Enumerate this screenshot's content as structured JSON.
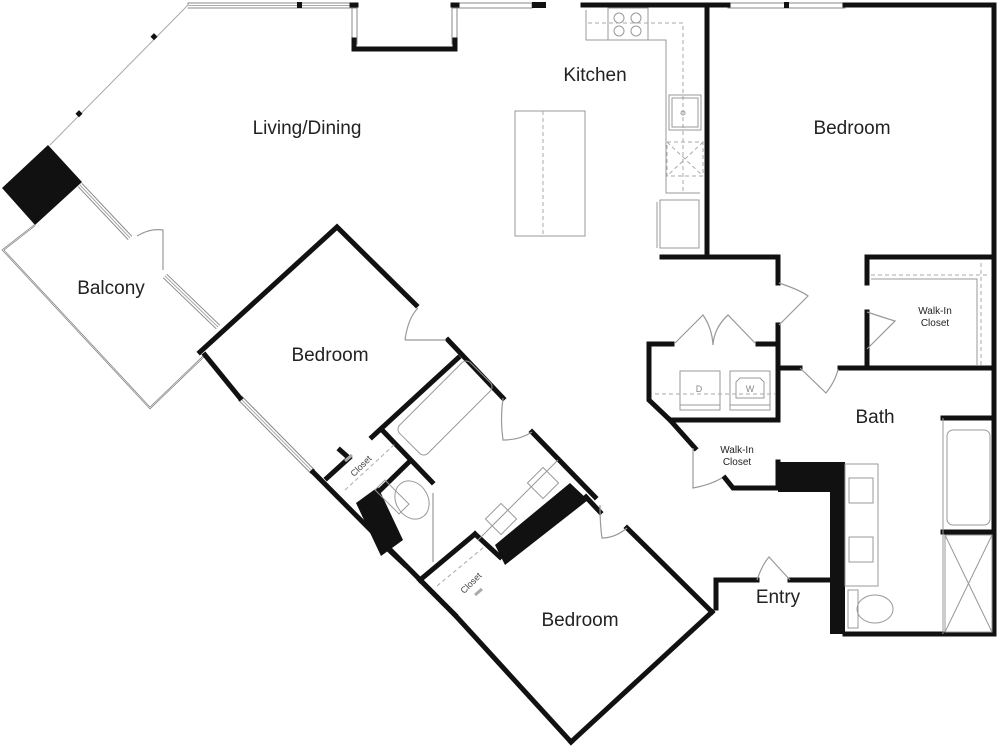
{
  "plan": {
    "type": "apartment floor plan",
    "rooms": [
      {
        "id": "living",
        "label": "Living/Dining"
      },
      {
        "id": "kitchen",
        "label": "Kitchen"
      },
      {
        "id": "bedroom_main",
        "label": "Bedroom"
      },
      {
        "id": "walkin_main",
        "label": "Walk-In Closet",
        "line1": "Walk-In",
        "line2": "Closet"
      },
      {
        "id": "balcony",
        "label": "Balcony"
      },
      {
        "id": "bedroom_2",
        "label": "Bedroom"
      },
      {
        "id": "bedroom_3",
        "label": "Bedroom"
      },
      {
        "id": "bath",
        "label": "Bath"
      },
      {
        "id": "walkin_2",
        "label": "Walk-In Closet",
        "line1": "Walk-In",
        "line2": "Closet"
      },
      {
        "id": "entry",
        "label": "Entry"
      },
      {
        "id": "closet_a",
        "label": "Closet"
      },
      {
        "id": "closet_b",
        "label": "Closet"
      }
    ],
    "appliances": {
      "dryer": "D",
      "washer": "W"
    },
    "colors": {
      "wall": "#111111",
      "fixture": "#999999",
      "window": "#888888",
      "background": "#ffffff"
    }
  }
}
